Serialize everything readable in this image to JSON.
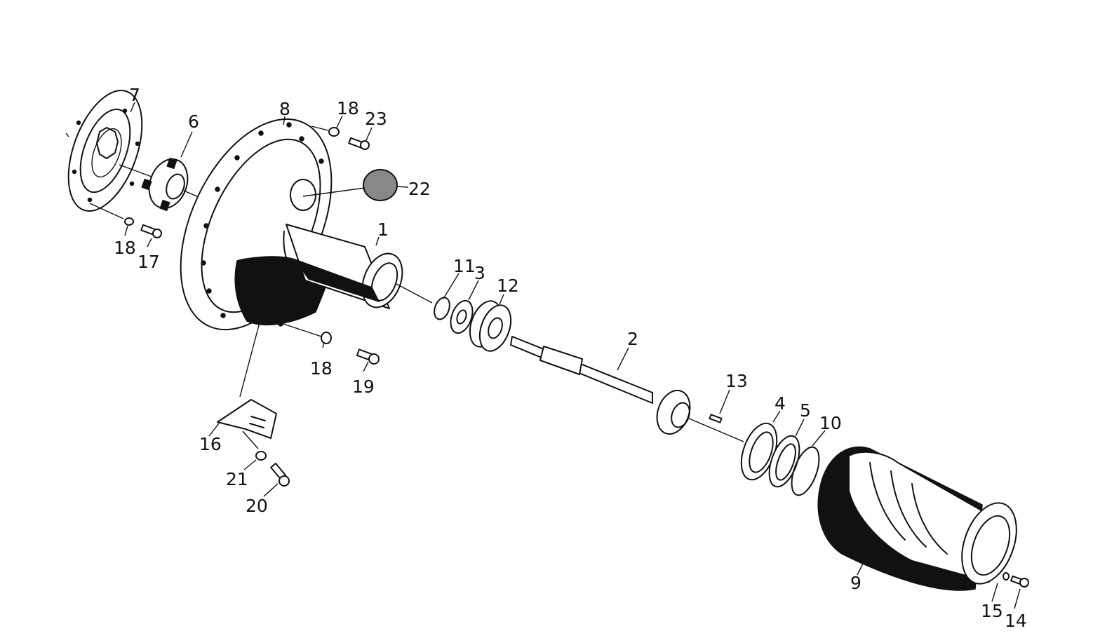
{
  "diagram": {
    "labels": {
      "part_1": "1",
      "part_2": "2",
      "part_3": "3",
      "part_4": "4",
      "part_5": "5",
      "part_6": "6",
      "part_7": "7",
      "part_8": "8",
      "part_9": "9",
      "part_10": "10",
      "part_11": "11",
      "part_12": "12",
      "part_13": "13",
      "part_14": "14",
      "part_15": "15",
      "part_16": "16",
      "part_17": "17",
      "part_18_a": "18",
      "part_18_b": "18",
      "part_18_c": "18",
      "part_19": "19",
      "part_20": "20",
      "part_21": "21",
      "part_22": "22",
      "part_23": "23"
    }
  }
}
